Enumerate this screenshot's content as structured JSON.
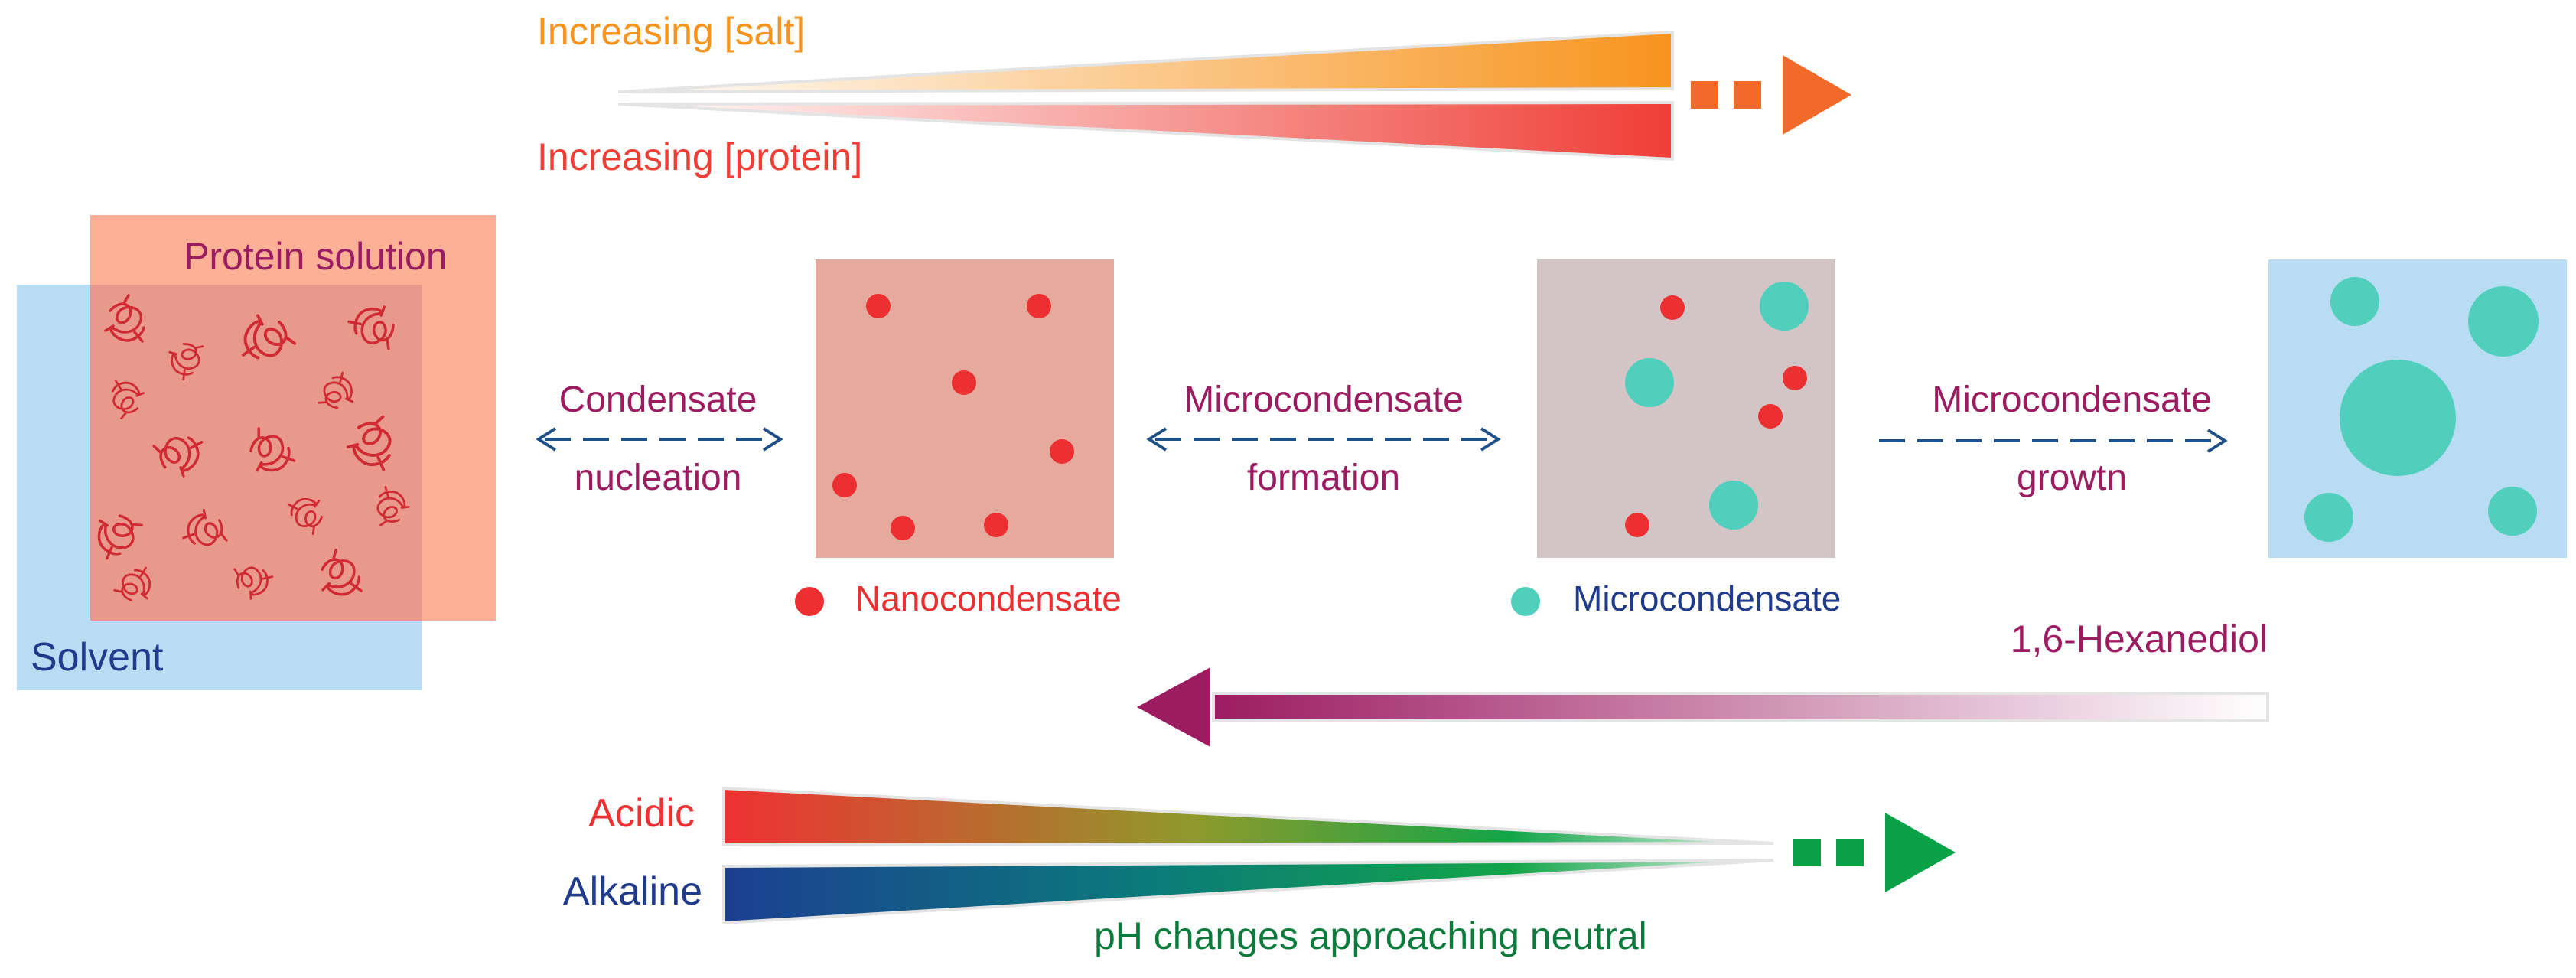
{
  "labels": {
    "salt": "Increasing [salt]",
    "protein": "Increasing [protein]",
    "protein_solution": "Protein solution",
    "solvent": "Solvent",
    "step1_line1": "Condensate",
    "step1_line2": "nucleation",
    "step2_line1": "Microcondensate",
    "step2_line2": "formation",
    "step3_line1": "Microcondensate",
    "step3_line2": "growtn",
    "legend_nano": "Nanocondensate",
    "legend_micro": "Microcondensate",
    "hexanediol": "1,6-Hexanediol",
    "acidic": "Acidic",
    "alkaline": "Alkaline",
    "ph": "pH changes approaching neutral"
  },
  "colors": {
    "salt": "#f7941d",
    "protein": "#ef3e36",
    "orange_arrow": "#f26a2a",
    "protein_box": "#fcb096",
    "solvent_box": "#b8dcf2",
    "overlap_box": "#e8998c",
    "nano_box": "#e5a99d",
    "micro_box": "#d3c4c6",
    "final_box": "#b8dcf2",
    "nano": "#ec2f31",
    "micro": "#50cfbd",
    "magenta": "#9c1c62",
    "navy": "#213b8c",
    "green": "#0aa246",
    "dark_blue_arrow": "#1e4f87"
  },
  "icons": {
    "squiggle": "protein-chain-icon",
    "nano_dot": "red-dot-icon",
    "micro_dot": "teal-dot-icon"
  }
}
